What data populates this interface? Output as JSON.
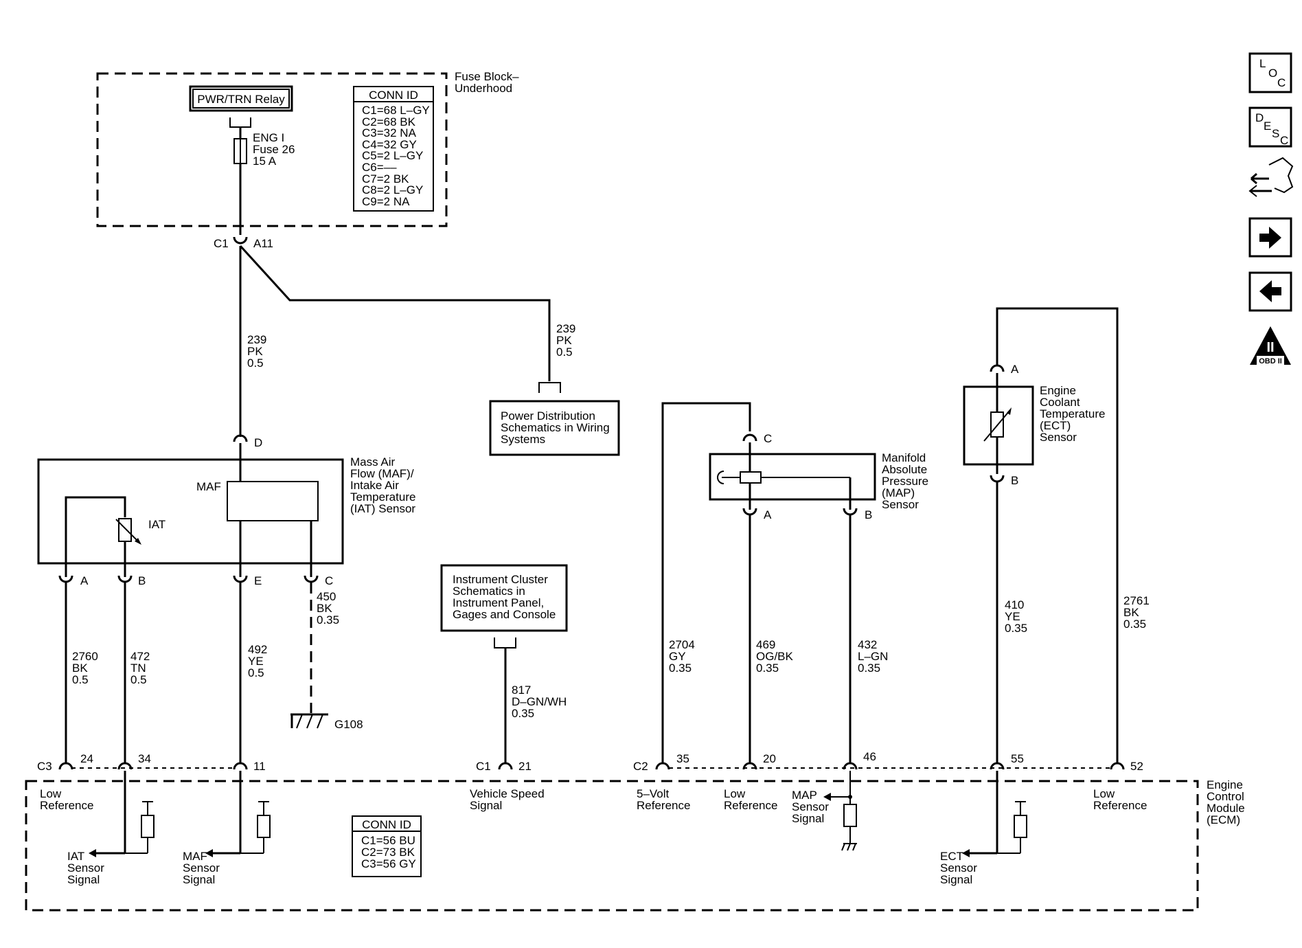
{
  "fuse_block": {
    "title_lines": [
      "Fuse Block–",
      "Underhood"
    ],
    "relay_label": "PWR/TRN Relay",
    "fuse_lines": [
      "ENG I",
      "Fuse 26",
      "15 A"
    ],
    "conn_title": "CONN ID",
    "conn_items": [
      "C1=68 L–GY",
      "C2=68 BK",
      "C3=32 NA",
      "C4=32 GY",
      "C5=2 L–GY",
      "C6=––",
      "C7=2 BK",
      "C8=2 L–GY",
      "C9=2 NA"
    ],
    "conn_label": "C1",
    "pin_label": "A11"
  },
  "wire_239_main": [
    "239",
    "PK",
    "0.5"
  ],
  "wire_239_branch": [
    "239",
    "PK",
    "0.5"
  ],
  "power_box_lines": [
    "Power Distribution",
    "Schematics in Wiring",
    "Systems"
  ],
  "maf_sensor": {
    "title_lines": [
      "Mass Air",
      "Flow (MAF)/",
      "Intake Air",
      "Temperature",
      "(IAT) Sensor"
    ],
    "maf_label": "MAF",
    "iat_label": "IAT",
    "pin_top": "D",
    "pin_a": "A",
    "pin_b": "B",
    "pin_e": "E",
    "pin_c": "C"
  },
  "wire_2760": [
    "2760",
    "BK",
    "0.5"
  ],
  "wire_472": [
    "472",
    "TN",
    "0.5"
  ],
  "wire_492": [
    "492",
    "YE",
    "0.5"
  ],
  "wire_450": [
    "450",
    "BK",
    "0.35"
  ],
  "ground_label": "G108",
  "instrument_box_lines": [
    "Instrument Cluster",
    "Schematics in",
    "Instrument Panel,",
    "Gages and Console"
  ],
  "wire_817": [
    "817",
    "D–GN/WH",
    "0.35"
  ],
  "map_sensor": {
    "title_lines": [
      "Manifold",
      "Absolute",
      "Pressure",
      "(MAP)",
      "Sensor"
    ],
    "pin_c": "C",
    "pin_a": "A",
    "pin_b": "B"
  },
  "wire_2704": [
    "2704",
    "GY",
    "0.35"
  ],
  "wire_469": [
    "469",
    "OG/BK",
    "0.35"
  ],
  "wire_432": [
    "432",
    "L–GN",
    "0.35"
  ],
  "ect_sensor": {
    "title_lines": [
      "Engine",
      "Coolant",
      "Temperature",
      "(ECT)",
      "Sensor"
    ],
    "pin_a": "A",
    "pin_b": "B"
  },
  "wire_410": [
    "410",
    "YE",
    "0.35"
  ],
  "wire_2761": [
    "2761",
    "BK",
    "0.35"
  ],
  "ecm": {
    "title_lines": [
      "Engine",
      "Control",
      "Module",
      "(ECM)"
    ],
    "conn_c3": "C3",
    "conn_c1": "C1",
    "conn_c2": "C2",
    "pins": [
      "24",
      "34",
      "11",
      "21",
      "35",
      "20",
      "46",
      "55",
      "52"
    ],
    "low_ref_1": [
      "Low",
      "Reference"
    ],
    "vehicle_speed": [
      "Vehicle Speed",
      "Signal"
    ],
    "five_volt": [
      "5–Volt",
      "Reference"
    ],
    "low_ref_2": [
      "Low",
      "Reference"
    ],
    "low_ref_3": [
      "Low",
      "Reference"
    ],
    "iat_signal": [
      "IAT",
      "Sensor",
      "Signal"
    ],
    "maf_signal": [
      "MAF",
      "Sensor",
      "Signal"
    ],
    "map_signal": [
      "MAP",
      "Sensor",
      "Signal"
    ],
    "ect_signal": [
      "ECT",
      "Sensor",
      "Signal"
    ],
    "conn_title": "CONN ID",
    "conn_items": [
      "C1=56 BU",
      "C2=73 BK",
      "C3=56 GY"
    ]
  },
  "nav": {
    "loc": [
      "L",
      "O",
      "C"
    ],
    "desc": [
      "D",
      "E",
      "S",
      "C"
    ],
    "obd_main": "II",
    "obd_sub": "OBD II"
  }
}
